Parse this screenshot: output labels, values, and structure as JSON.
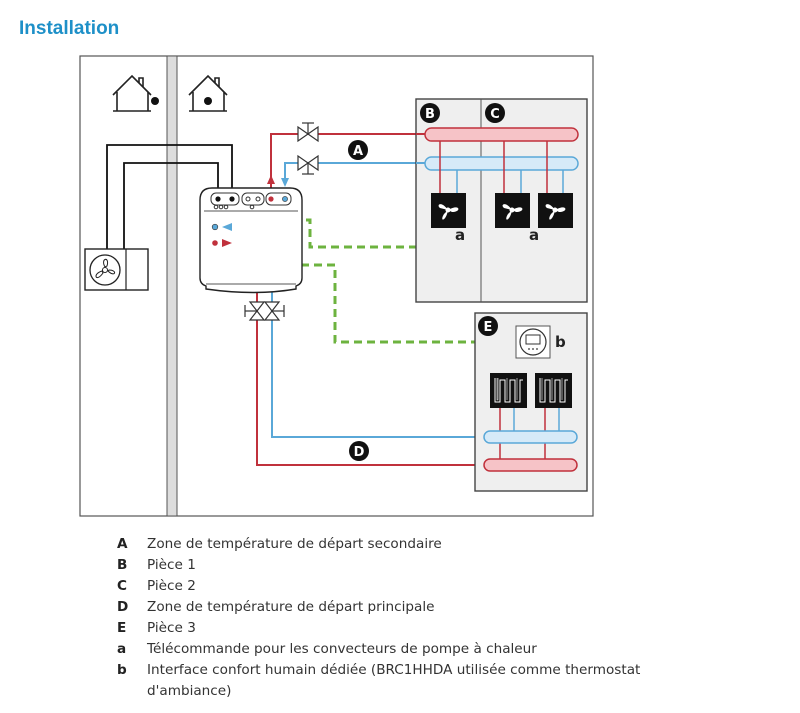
{
  "title": "Installation",
  "diagram": {
    "markers": {
      "A": "A",
      "B": "B",
      "C": "C",
      "D": "D",
      "E": "E"
    },
    "sub_labels": {
      "a1": "a",
      "a2": "a",
      "b": "b"
    },
    "colors": {
      "hot": "#c0313c",
      "hot_fill": "#f6c3c7",
      "cold": "#5aa8d8",
      "cold_fill": "#d6eaf8",
      "control": "#6db33f",
      "room_bg": "#efefef",
      "outline": "#333333"
    },
    "icons": [
      "house-outdoor-icon",
      "house-indoor-icon",
      "outdoor-unit-fan-icon",
      "indoor-unit-icon",
      "valve-icon",
      "fan-convector-icon",
      "underfloor-heating-icon",
      "thermostat-icon"
    ]
  },
  "legend": [
    {
      "key": "A",
      "text": "Zone de température de départ secondaire"
    },
    {
      "key": "B",
      "text": "Pièce 1"
    },
    {
      "key": "C",
      "text": "Pièce 2"
    },
    {
      "key": "D",
      "text": "Zone de température de départ principale"
    },
    {
      "key": "E",
      "text": "Pièce 3"
    },
    {
      "key": "a",
      "text": "Télécommande pour les convecteurs de pompe à chaleur"
    },
    {
      "key": "b",
      "text": "Interface confort humain dédiée (BRC1HHDA utilisée comme thermostat d'ambiance)"
    }
  ]
}
